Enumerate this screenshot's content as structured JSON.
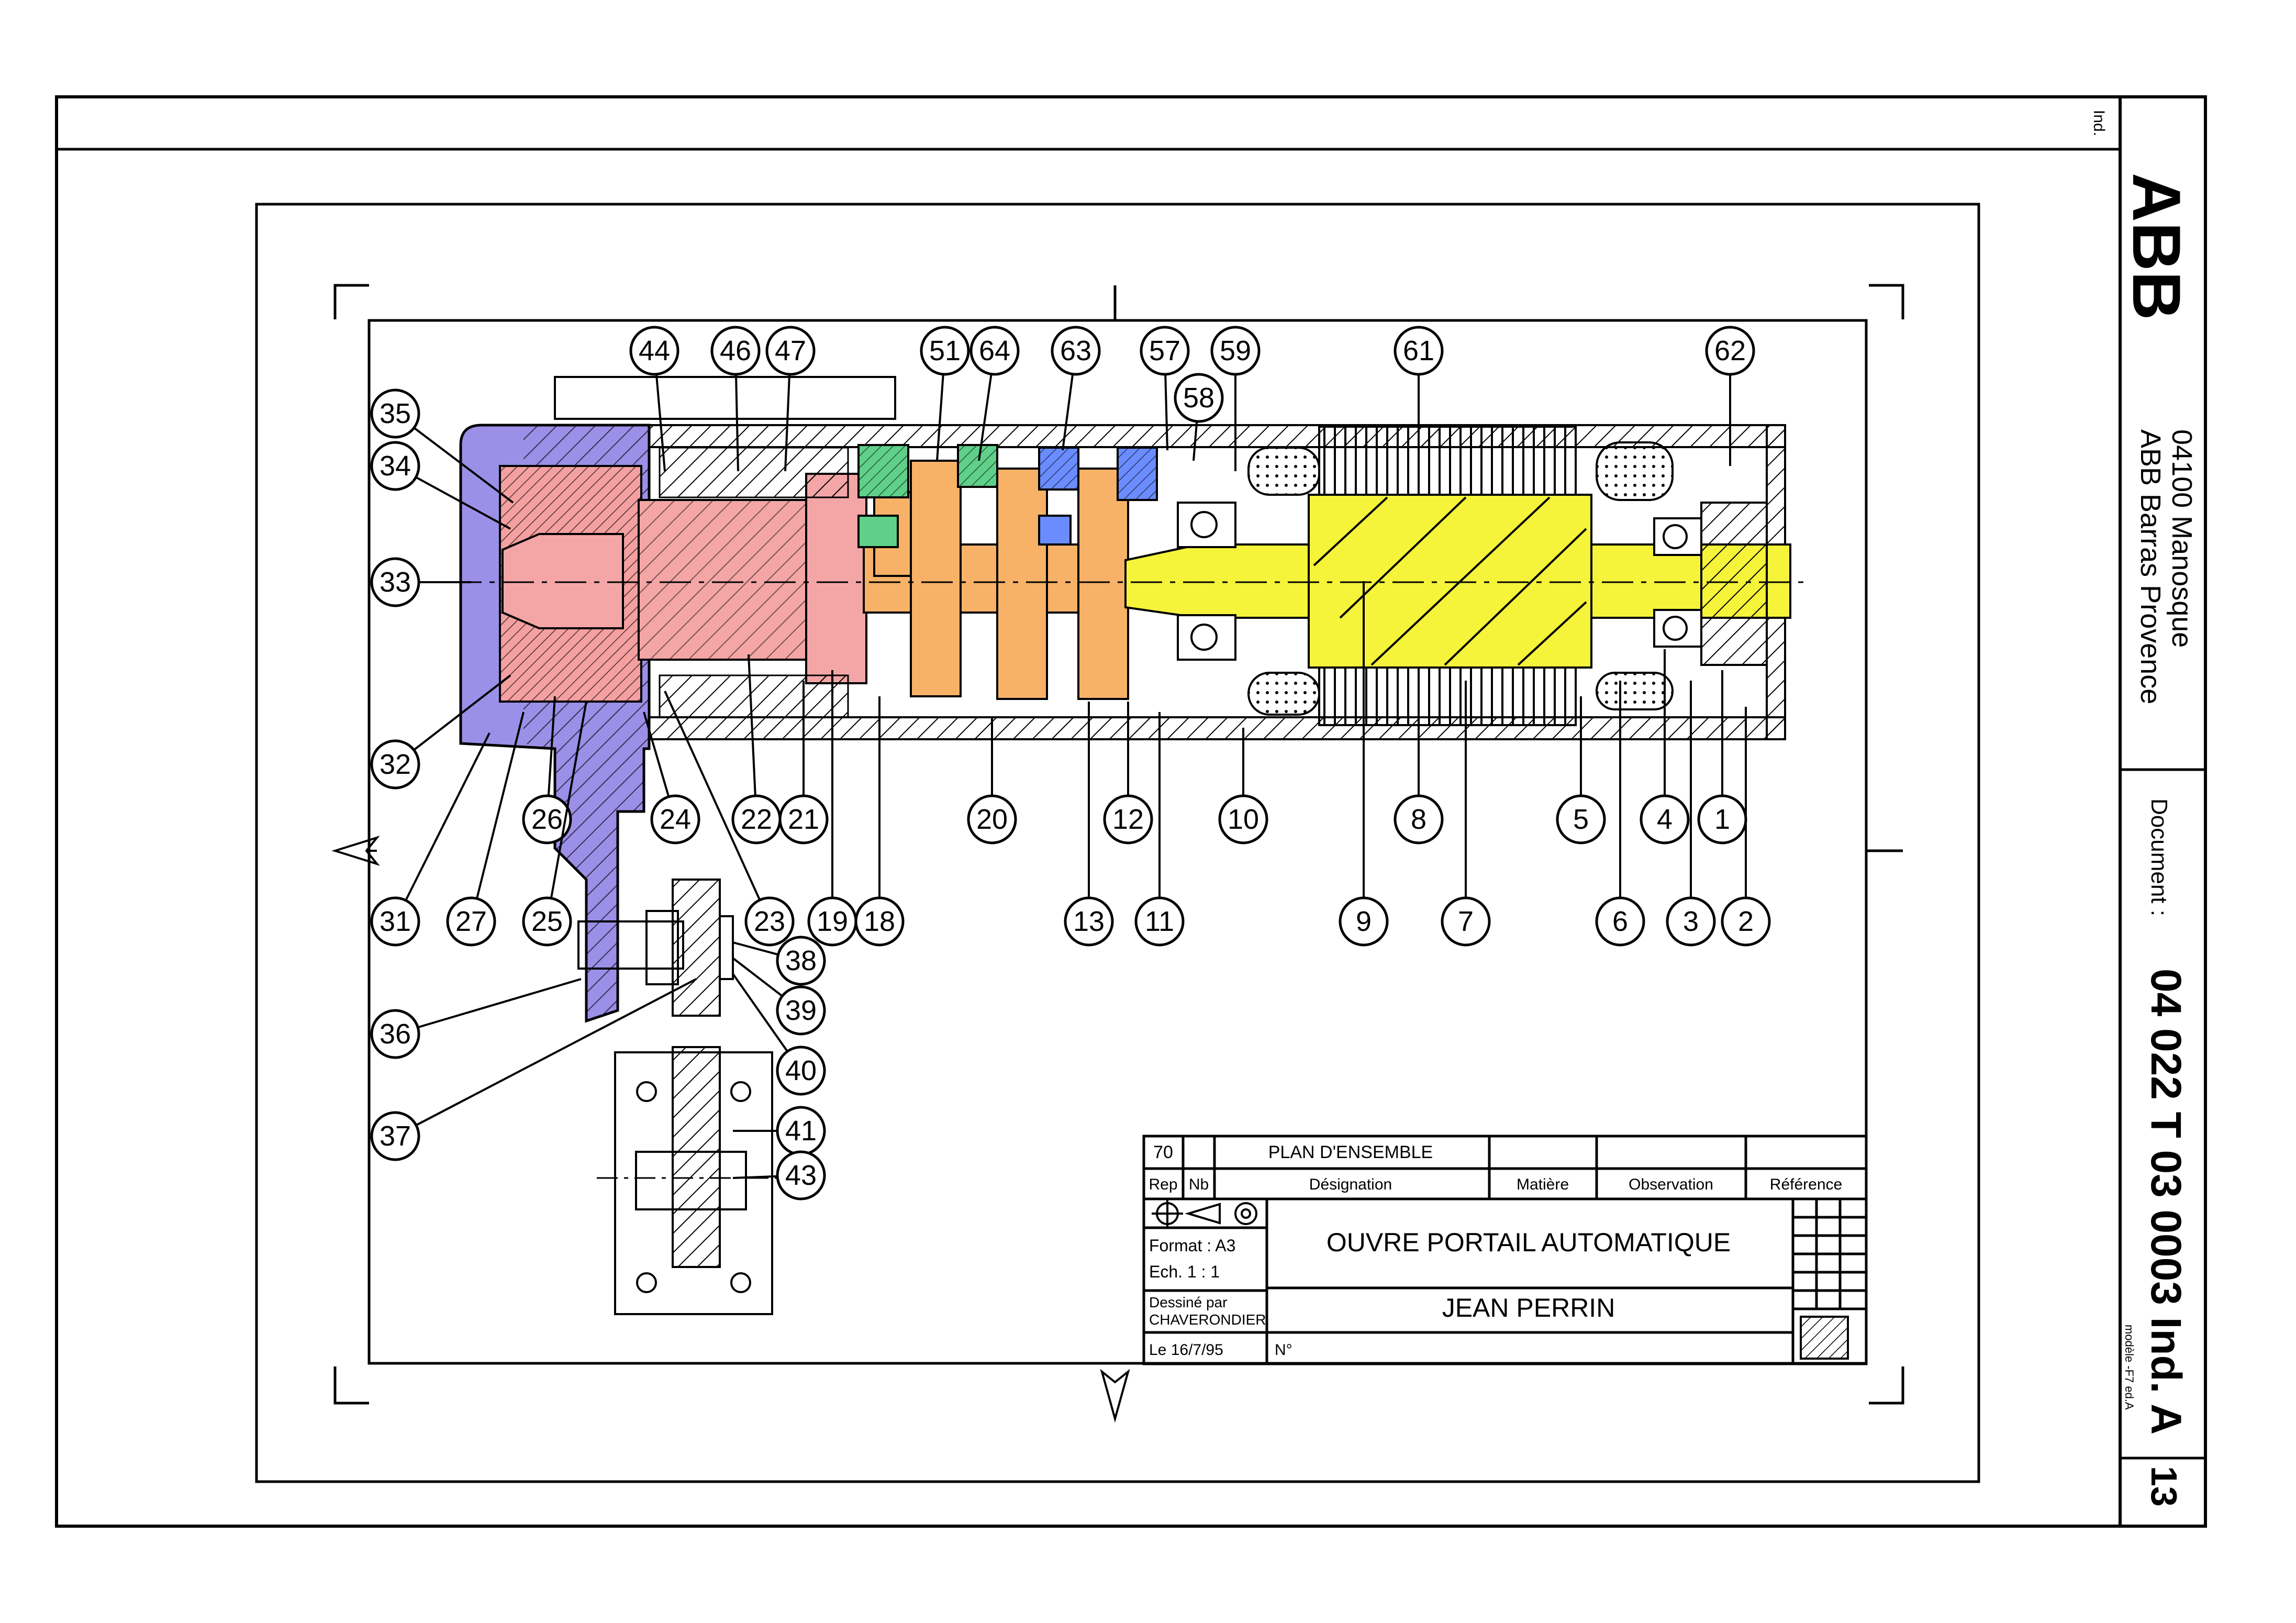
{
  "title_block": {
    "row1_rep": "70",
    "row1_designation": "PLAN D'ENSEMBLE",
    "hdr_rep": "Rep",
    "hdr_nb": "Nb",
    "hdr_designation": "Désignation",
    "hdr_matiere": "Matière",
    "hdr_observation": "Observation",
    "hdr_reference": "Référence",
    "format_label": "Format : A3",
    "scale_label": "Ech. 1 : 1",
    "drawn_by_label": "Dessiné par",
    "drawn_by_name": "CHAVERONDIER",
    "date_label": "Le 16/7/95",
    "number_label": "N°",
    "project_title": "OUVRE PORTAIL AUTOMATIQUE",
    "author": "JEAN PERRIN"
  },
  "sidebar": {
    "ind_label": "Ind.",
    "company_line1": "ABB Barras Provence",
    "company_line2": "04100 Manosque",
    "document_label": "Document :",
    "document_number": "04 022 T 03 0003 Ind. A",
    "model_note": "modèle -F7 ed.A",
    "page_number": "13",
    "logo_text": "ABB"
  },
  "bubbles": [
    "35",
    "34",
    "33",
    "32",
    "31",
    "27",
    "26",
    "25",
    "24",
    "23",
    "22",
    "21",
    "19",
    "18",
    "20",
    "13",
    "12",
    "11",
    "10",
    "9",
    "8",
    "7",
    "6",
    "5",
    "4",
    "3",
    "2",
    "1",
    "44",
    "46",
    "47",
    "51",
    "64",
    "63",
    "57",
    "58",
    "59",
    "61",
    "62",
    "36",
    "37",
    "38",
    "39",
    "40",
    "41",
    "43"
  ],
  "colors": {
    "pink": "#f4a0a0",
    "salmon": "#f4a6a6",
    "purple": "#9b8fe8",
    "orange": "#f7b268",
    "yellow": "#f5f33a",
    "green": "#5fd08a",
    "blue": "#6a8cff"
  }
}
